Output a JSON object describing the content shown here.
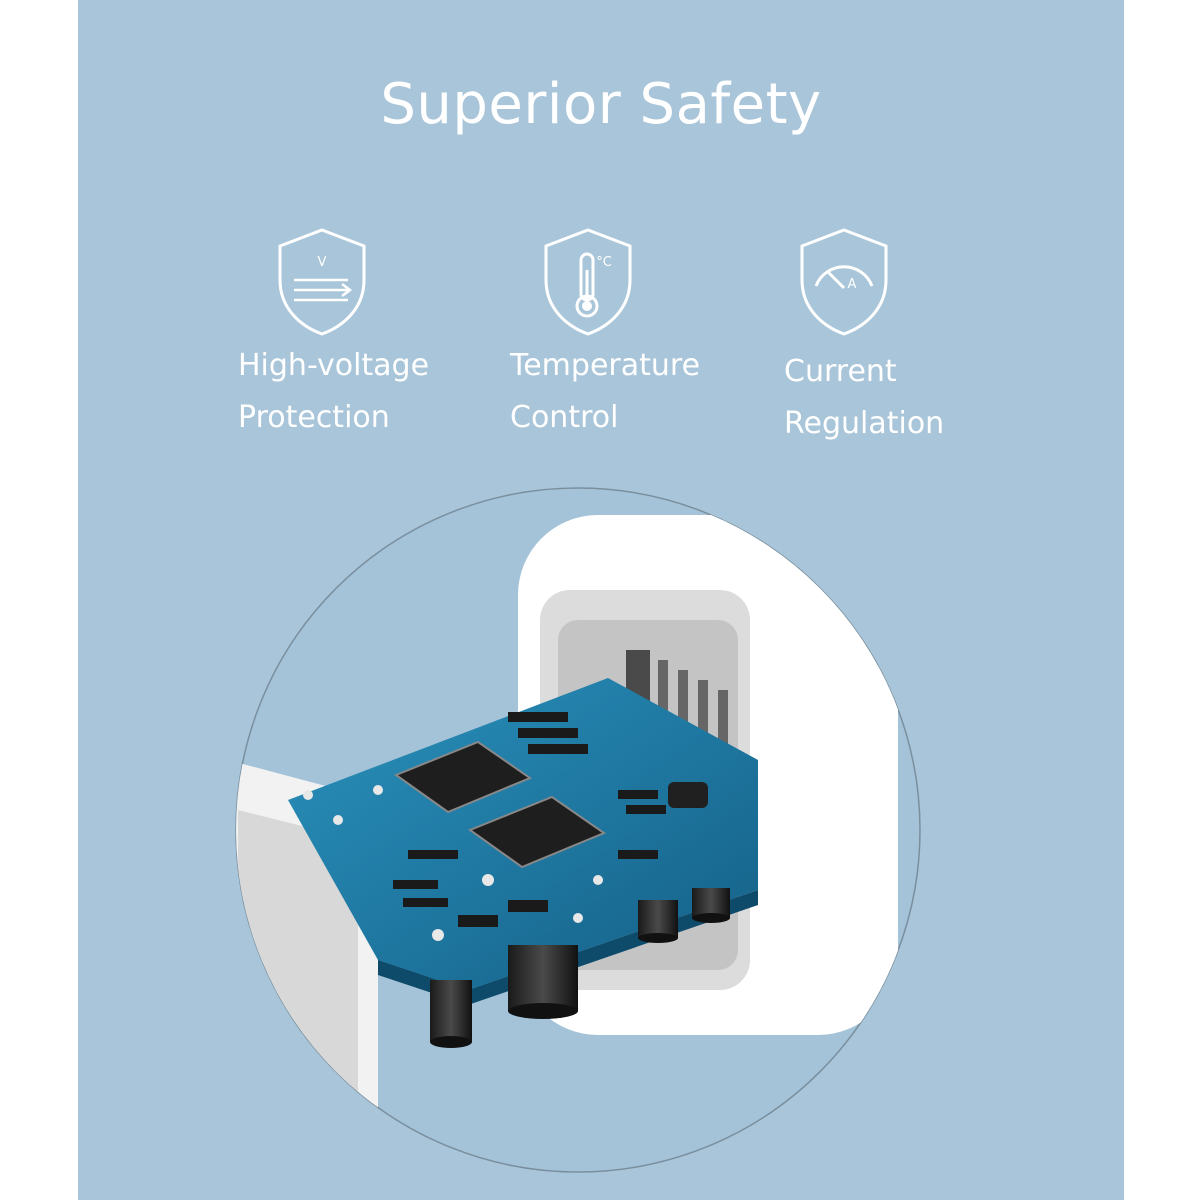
{
  "title": "Superior Safety",
  "features": [
    {
      "icon": "voltage-shield-icon",
      "line1": "High-voltage",
      "line2": "Protection"
    },
    {
      "icon": "thermometer-shield-icon",
      "line1": "Temperature",
      "line2": "Control",
      "icon_text": "°C"
    },
    {
      "icon": "gauge-shield-icon",
      "line1": "Current",
      "line2": "Regulation"
    }
  ],
  "icon_letters": {
    "voltage": "V",
    "current": "A"
  },
  "illustration": {
    "subject": "charger-circuit-board-illustration"
  },
  "colors": {
    "background": "#a9c5d9",
    "text": "#ffffff",
    "pcb": "#1f7fa6"
  }
}
